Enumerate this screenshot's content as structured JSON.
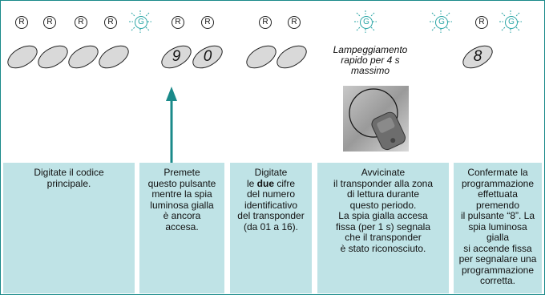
{
  "lamps": [
    {
      "kind": "R",
      "label": "R"
    },
    {
      "kind": "R",
      "label": "R"
    },
    {
      "kind": "R",
      "label": "R"
    },
    {
      "kind": "R",
      "label": "R"
    },
    {
      "kind": "G",
      "label": "G"
    },
    {
      "kind": "R",
      "label": "R"
    },
    {
      "kind": "R",
      "label": "R"
    },
    {
      "kind": "R",
      "label": "R"
    },
    {
      "kind": "R",
      "label": "R"
    },
    {
      "kind": "G",
      "label": "G"
    },
    {
      "kind": "G",
      "label": "G"
    },
    {
      "kind": "R",
      "label": "R"
    },
    {
      "kind": "G",
      "label": "G"
    }
  ],
  "keys": [
    "",
    "",
    "",
    "",
    "9",
    "0",
    "",
    "",
    "8"
  ],
  "note": {
    "line1": "Lampeggiamento",
    "line2": "rapido per 4 s",
    "line3": "massimo"
  },
  "colors": {
    "panel_bg": "#bfe3e6",
    "accent": "#1a8a8a",
    "green_lamp": "#2aa5a5"
  },
  "panels": [
    {
      "lines": [
        "Digitate il codice",
        "principale."
      ]
    },
    {
      "lines": [
        "Premete",
        "questo pulsante",
        "mentre la spia",
        "luminosa gialla",
        "è ancora",
        "accesa."
      ]
    },
    {
      "lines": [
        "Digitate"
      ],
      "line2_pre": "le ",
      "line2_bold": "due",
      "line2_post": " cifre",
      "more": [
        "del numero",
        "identificativo",
        "del transponder",
        "(da 01 a 16)."
      ]
    },
    {
      "lines": [
        "Avvicinate",
        "il transponder alla zona",
        "di lettura durante",
        "questo periodo.",
        "La spia gialla accesa",
        "fissa (per 1 s) segnala",
        "che il transponder",
        "è stato riconosciuto."
      ]
    },
    {
      "lines": [
        "Confermate la",
        "programmazione",
        "effettuata premendo",
        "il pulsante “8”. La",
        "spia luminosa gialla",
        "si accende fissa",
        "per segnalare una",
        "programmazione",
        "corretta."
      ]
    }
  ]
}
